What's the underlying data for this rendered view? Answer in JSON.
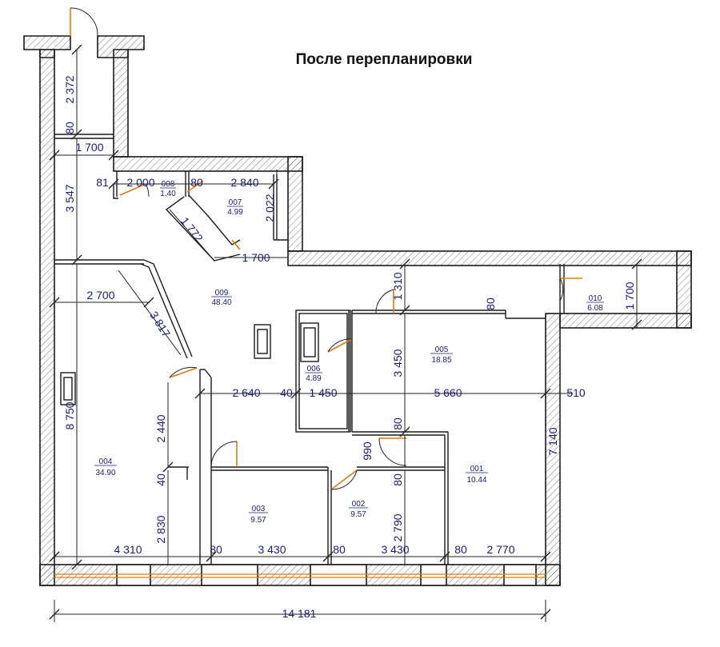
{
  "title": "После перепланировки",
  "rooms": [
    {
      "id": "008",
      "area": "1.40"
    },
    {
      "id": "007",
      "area": "4.99"
    },
    {
      "id": "009",
      "area": "48.40"
    },
    {
      "id": "010",
      "area": "6.08"
    },
    {
      "id": "005",
      "area": "18.85"
    },
    {
      "id": "006",
      "area": "4.89"
    },
    {
      "id": "004",
      "area": "34.90"
    },
    {
      "id": "003",
      "area": "9.57"
    },
    {
      "id": "002",
      "area": "9.57"
    },
    {
      "id": "001",
      "area": "10.44"
    }
  ],
  "dims": {
    "d2372": "2 372",
    "d80a": "80",
    "d1700a": "1 700",
    "d81": "81",
    "d2000": "2 000",
    "d80b": "80",
    "d2840": "2 840",
    "d2022": "2 022",
    "d3547": "3 547",
    "d1772": "1 772",
    "d1700b": "1 700",
    "d2700": "2 700",
    "d1310": "1 310",
    "d80c": "80",
    "d1700c": "1 700",
    "d3817": "3 817",
    "d3450": "3 450",
    "d2640": "2 640",
    "d40a": "40",
    "d1450": "1 450",
    "d5660": "5 660",
    "d510": "510",
    "d8750": "8 750",
    "d2440": "2 440",
    "d80d": "80",
    "d990": "990",
    "d7140": "7 140",
    "d40b": "40",
    "d80e": "80",
    "d2830": "2 830",
    "d2790": "2 790",
    "d4310": "4 310",
    "d80f": "80",
    "d3430a": "3 430",
    "d80g": "80",
    "d3430b": "3 430",
    "d80h": "80",
    "d2770": "2 770",
    "d14181": "14 181"
  },
  "colors": {
    "dimension_text": "#1a1a7a",
    "door_leaf": "#e07a10",
    "wall_line": "#1a1a1a"
  }
}
